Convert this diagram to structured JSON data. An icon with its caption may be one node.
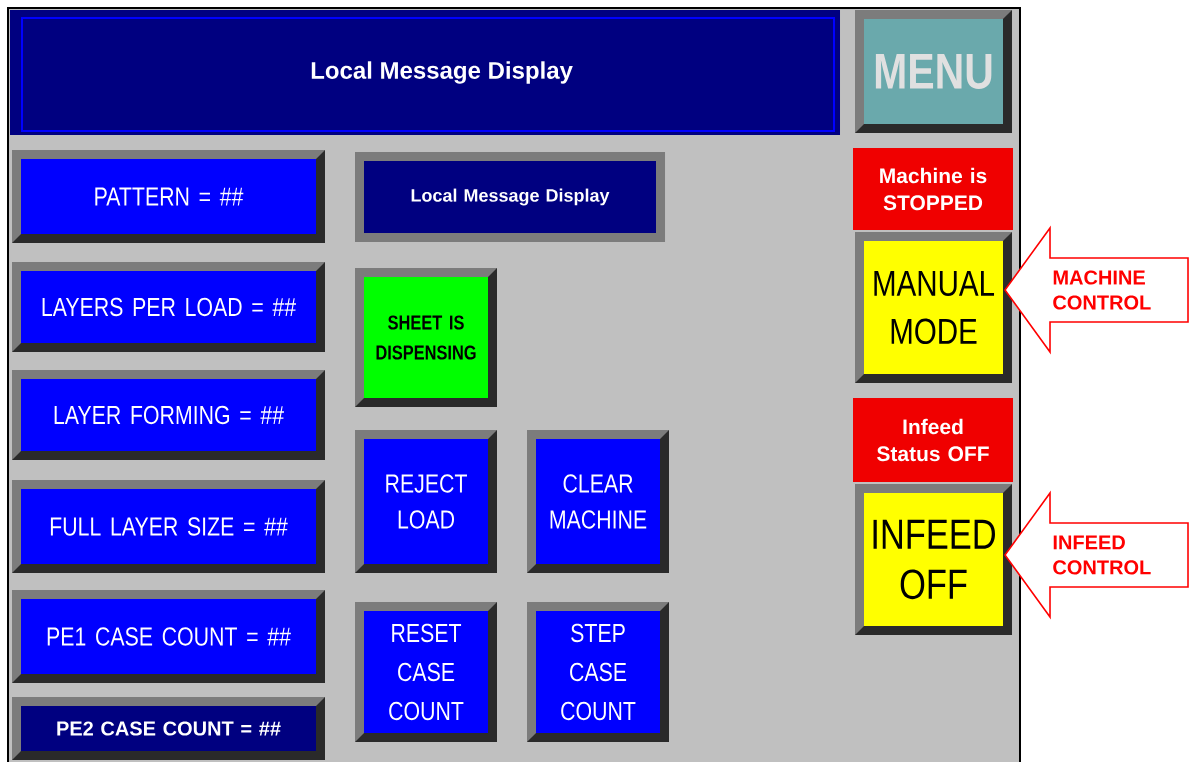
{
  "diagram": {
    "nodes": [
      {
        "text": [
          "Local Message Display"
        ]
      },
      {
        "text": [
          "MENU"
        ]
      },
      {
        "text": [
          "PATTERN = ##"
        ]
      },
      {
        "text": [
          "Local Message Display"
        ]
      },
      {
        "text": [
          "Machine is STOPPED"
        ]
      },
      {
        "text": [
          "LAYERS PER LOAD = ##"
        ]
      },
      {
        "text": [
          "SHEET IS DISPENSING"
        ]
      },
      {
        "text": [
          "MANUAL MODE"
        ]
      },
      {
        "text": [
          "MACHINE CONTROL"
        ]
      },
      {
        "text": [
          "LAYER FORMING = ##"
        ]
      },
      {
        "text": [
          "Infeed Status OFF"
        ]
      },
      {
        "text": [
          "REJECT LOAD"
        ]
      },
      {
        "text": [
          "CLEAR MACHINE"
        ]
      },
      {
        "text": [
          "INFEED OFF"
        ]
      },
      {
        "text": [
          "INFEED CONTROL"
        ]
      },
      {
        "text": [
          "FULL LAYER SIZE = ##"
        ]
      },
      {
        "text": [
          "PE1 CASE COUNT = ##"
        ]
      },
      {
        "text": [
          "RESET CASE COUNT"
        ]
      },
      {
        "text": [
          "STEP CASE COUNT"
        ]
      },
      {
        "text": [
          "PE2 CASE COUNT = ##"
        ]
      }
    ]
  }
}
